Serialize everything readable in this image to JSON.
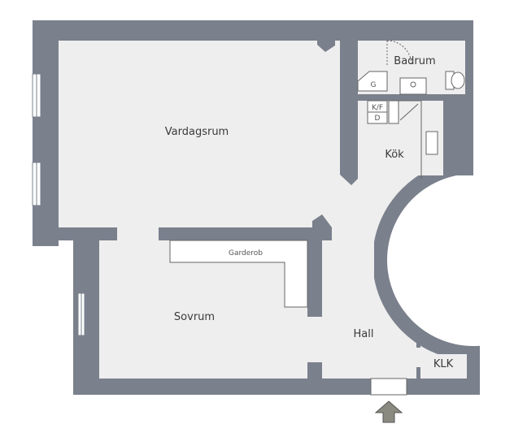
{
  "rooms": {
    "vardagsrum": "Vardagsrum",
    "badrum": "Badrum",
    "kok": "Kök",
    "sovrum": "Sovrum",
    "hall": "Hall",
    "klk": "KLK",
    "garderob": "Garderob"
  },
  "fixtures": {
    "g": "G",
    "kf": "K/F",
    "d": "D"
  },
  "colors": {
    "wall": "#7a808c",
    "floor": "#eeeeee",
    "fixture": "#ffffff",
    "line": "#666666",
    "arrow": "#8a8a80"
  },
  "icons": {
    "entrance": "entrance-arrow-icon"
  }
}
